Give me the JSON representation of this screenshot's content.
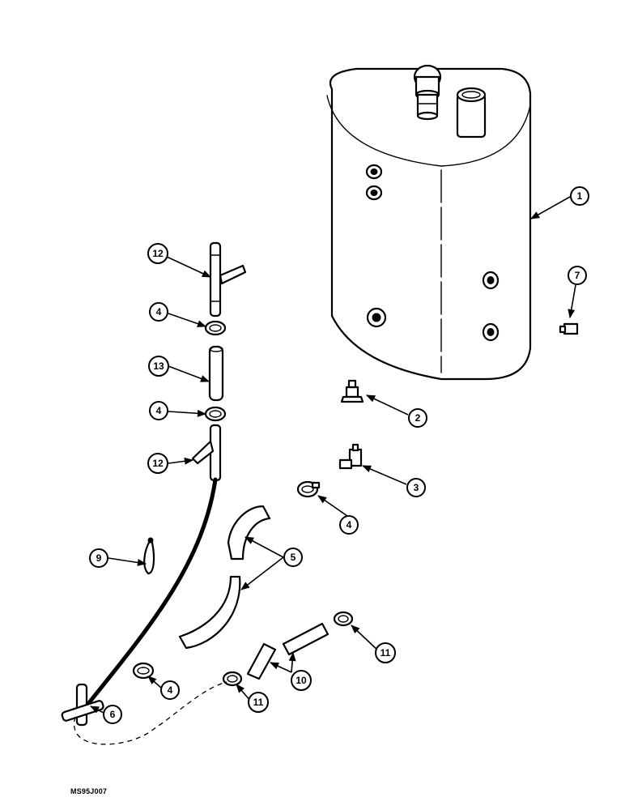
{
  "figure_code": "MS95J007",
  "callouts": {
    "c1": "1",
    "c2": "2",
    "c3": "3",
    "c4a": "4",
    "c4b": "4",
    "c4c": "4",
    "c4d": "4",
    "c5": "5",
    "c6": "6",
    "c7": "7",
    "c9": "9",
    "c10": "10",
    "c11a": "11",
    "c11b": "11",
    "c12a": "12",
    "c12b": "12",
    "c13": "13"
  },
  "colors": {
    "line": "#000000",
    "background": "#ffffff"
  }
}
